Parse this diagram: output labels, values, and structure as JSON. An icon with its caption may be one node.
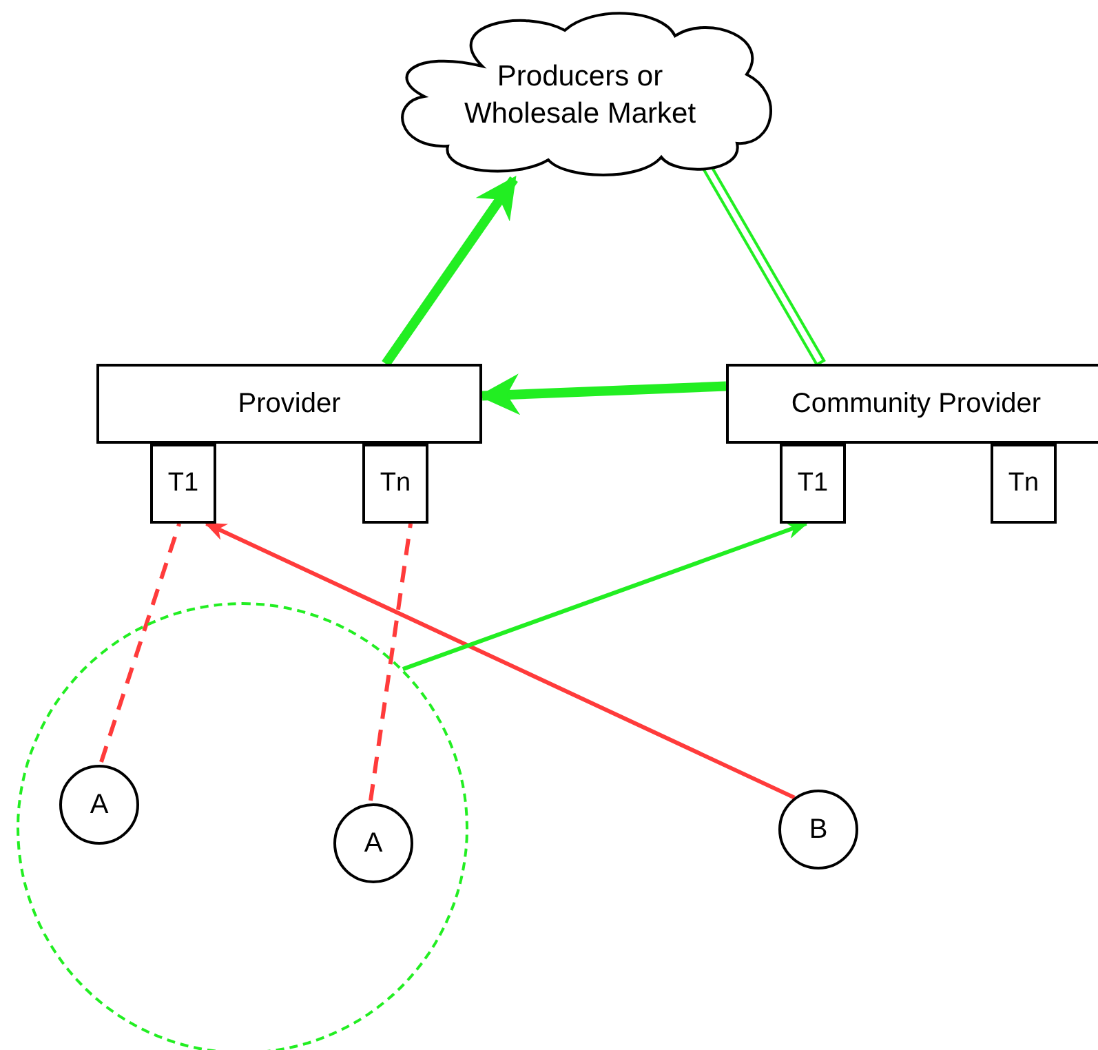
{
  "diagram": {
    "nodes": [
      {
        "text": [
          "Producers or Wholesale Market"
        ]
      },
      {
        "text": [
          "Provider"
        ]
      },
      {
        "text": [
          "T1"
        ]
      },
      {
        "text": [
          "Tn"
        ]
      },
      {
        "text": [
          "Community Provider"
        ]
      },
      {
        "text": [
          "T1"
        ]
      },
      {
        "text": [
          "Tn"
        ]
      },
      {
        "text": [],
        "shape": "circle"
      },
      {
        "text": [
          "A"
        ],
        "in": 7
      },
      {
        "text": [
          "A"
        ],
        "in": 7
      },
      {
        "text": [
          "B"
        ]
      }
    ],
    "edges": [
      {
        "from": 1,
        "to": 0,
        "arrow": "to",
        "style": "thick"
      },
      {
        "from": 4,
        "to": 1,
        "arrow": "to",
        "style": "thick"
      },
      {
        "from": 0,
        "to": 4,
        "arrow": "none",
        "style": "thick"
      },
      {
        "from": 8,
        "to": 2,
        "arrow": "none",
        "style": "dashed",
        "color": "#ff3b3b"
      },
      {
        "from": 9,
        "to": 3,
        "arrow": "none",
        "style": "dashed",
        "color": "#ff3b3b"
      },
      {
        "from": 10,
        "to": 2,
        "arrow": "to",
        "color": "#ff3b3b"
      },
      {
        "from": 7,
        "to": 5,
        "arrow": "to"
      }
    ]
  }
}
